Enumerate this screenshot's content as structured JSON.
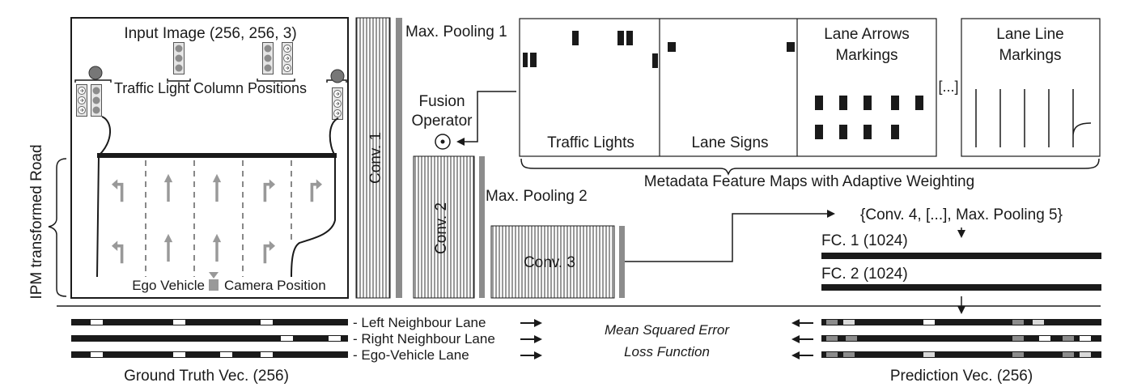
{
  "input_image": {
    "title": "Input Image (256, 256, 3)",
    "column_label": "Traffic Light Column Positions",
    "ego_vehicle_label": "Ego Vehicle",
    "camera_label": "Camera Position"
  },
  "ipm_label": "IPM transformed Road",
  "layers": {
    "conv1": "Conv. 1",
    "conv2": "Conv. 2",
    "conv3": "Conv. 3",
    "pool1": "Max. Pooling 1",
    "pool2": "Max. Pooling 2",
    "fusion_line1": "Fusion",
    "fusion_line2": "Operator",
    "rest": "{Conv. 4, [...], Max. Pooling 5}",
    "fc1": "FC. 1 (1024)",
    "fc2": "FC. 2 (1024)"
  },
  "metadata": {
    "panels": [
      "Traffic Lights",
      "Lane Signs"
    ],
    "arrows_line1": "Lane Arrows",
    "arrows_line2": "Markings",
    "lines_line1": "Lane Line",
    "lines_line2": "Markings",
    "ellipsis": "[...]",
    "caption": "Metadata Feature Maps with Adaptive Weighting"
  },
  "vectors": {
    "lanes": [
      "- Left Neighbour Lane",
      "- Right Neighbour Lane",
      "- Ego-Vehicle Lane"
    ],
    "ground_truth_label": "Ground Truth Vec. (256)",
    "prediction_label": "Prediction Vec. (256)",
    "loss_line1": "Mean Squared Error",
    "loss_line2": "Loss Function"
  },
  "colors": {
    "ink": "#1a1a1a",
    "gray": "#8c8c8c",
    "light_gray": "#d9d9d9"
  }
}
